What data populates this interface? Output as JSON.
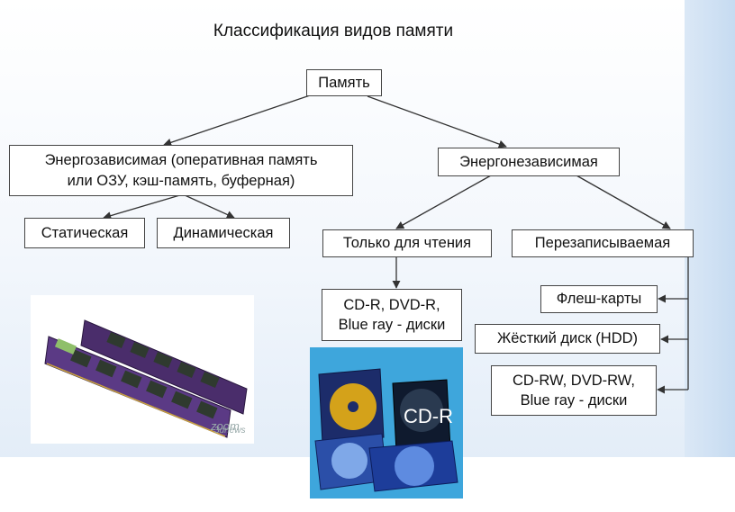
{
  "title": "Классификация видов памяти",
  "nodes": {
    "memory": "Память",
    "volatile_line1": "Энергозависимая (оперативная память",
    "volatile_line2": "или ОЗУ, кэш-память, буферная)",
    "nonvolatile": "Энергонезависимая",
    "static": "Статическая",
    "dynamic": "Динамическая",
    "readonly": "Только для чтения",
    "rewritable": "Перезаписываемая",
    "cdr_line1": "CD-R, DVD-R,",
    "cdr_line2": "Blue ray - диски",
    "flash": "Флеш-карты",
    "hdd": "Жёсткий диск (HDD)",
    "cdrw_line1": "CD-RW, DVD-RW,",
    "cdrw_line2": "Blue ray - диски"
  },
  "images": {
    "ram_watermark": "zoom",
    "ram_watermark2": "3dnews",
    "cd_label": "CD-R"
  },
  "colors": {
    "line": "#333333",
    "box_border": "#444444",
    "bg_accent": "#c6dbf1"
  }
}
